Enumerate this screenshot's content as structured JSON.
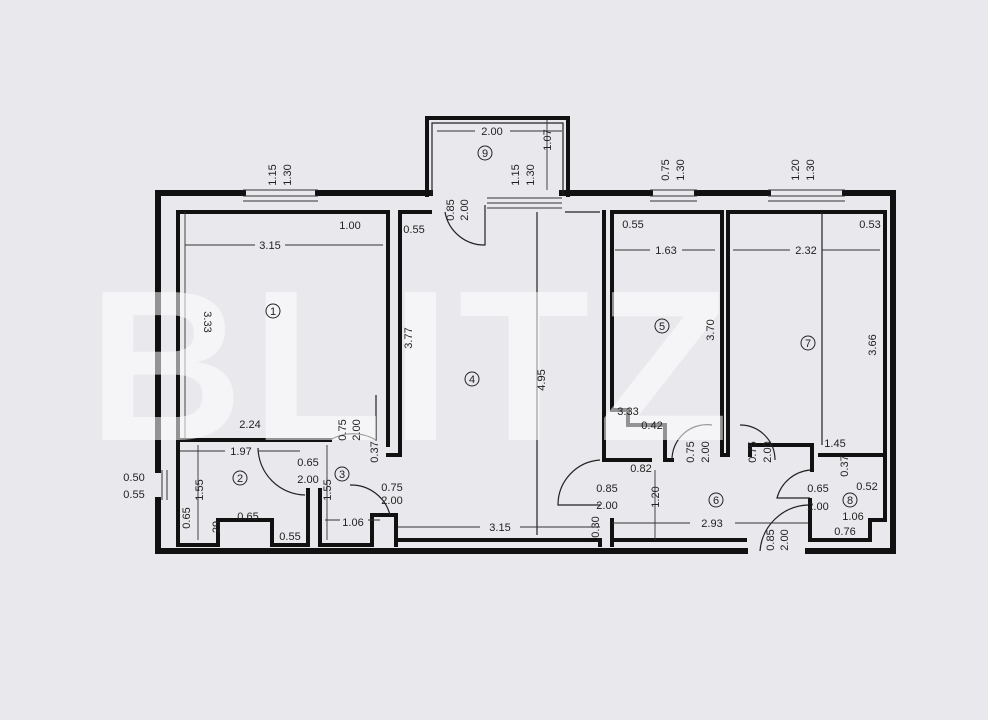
{
  "watermark": "BLITZ",
  "room_numbers": [
    "1",
    "2",
    "3",
    "4",
    "5",
    "6",
    "7",
    "8",
    "9"
  ],
  "labels": {
    "win1_w": "1.15",
    "win1_h": "1.30",
    "win2_w": "1.15",
    "win2_h": "1.30",
    "balcony_side": "1.07",
    "balcony_w": "2.00",
    "door_balcony_w": "0.85",
    "door_balcony_h": "2.00",
    "win3_w": "0.75",
    "win3_h": "1.30",
    "win4_w": "1.20",
    "win4_h": "1.30",
    "r1_top": "1.00",
    "r1_width": "3.15",
    "r4_corner": "0.55",
    "r5_corner": "0.55",
    "r5_width": "1.63",
    "r7_width": "2.32",
    "r7_corner": "0.53",
    "r1_height": "3.33",
    "r4_left": "3.77",
    "r4_height": "4.95",
    "r5_height": "3.70",
    "r7_height": "3.66",
    "r1_bottom": "2.24",
    "r2_width": "1.97",
    "door_r1_w": "0.75",
    "door_r1_h": "2.00",
    "r3_wall": "0.37",
    "door_r2_w": "0.65",
    "door_r2_h": "2.00",
    "r2_height": "1.55",
    "r3_height": "1.55",
    "win_r2_w": "0.50",
    "win_r2_h": "0.55",
    "door_r3_w": "0.75",
    "door_r3_h": "2.00",
    "r2_left_low": "0.65",
    "r2_niche": "29",
    "r2_niche_w": "0.65",
    "r2_bottom_right": "0.55",
    "r3_width": "1.06",
    "r4_bottom": "3.15",
    "r5_step1": "3.33",
    "r5_step2": "0.42",
    "r6_top": "0.82",
    "door_r5_w": "0.75",
    "door_r5_h": "2.00",
    "door_r7_w": "0.75",
    "door_r7_h": "2.00",
    "r7_bottom": "1.45",
    "r8_top": "0.37",
    "door_r4_w": "0.85",
    "door_r4_h": "2.00",
    "r6_height": "1.20",
    "door_r8_w": "0.65",
    "door_r8_h": "2.00",
    "r8_right": "0.52",
    "r8_width": "1.06",
    "r8_bottom": "0.76",
    "r6_width": "2.93",
    "r6_left": "0.30",
    "door_entry_w": "0.85",
    "door_entry_h": "2.00"
  }
}
